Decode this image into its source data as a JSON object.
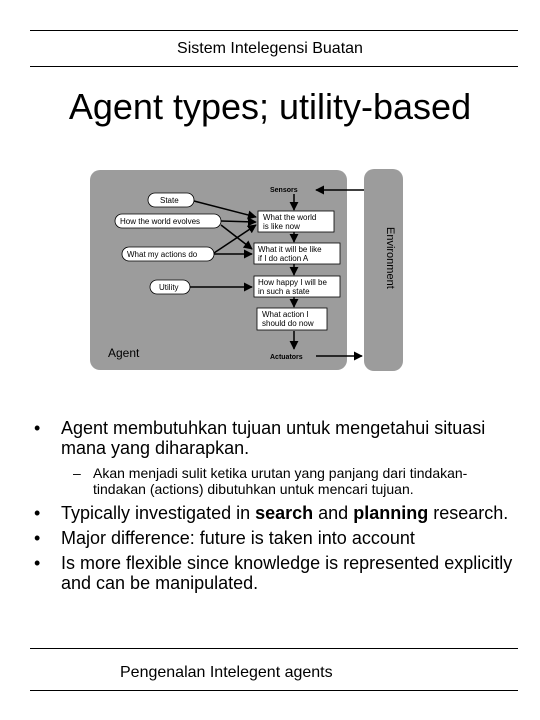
{
  "header": {
    "title": "Sistem Intelegensi Buatan"
  },
  "slide": {
    "title": "Agent types; utility-based"
  },
  "diagram": {
    "agent_label": "Agent",
    "environment_label": "Environment",
    "sensors_label": "Sensors",
    "actuators_label": "Actuators",
    "state_label": "State",
    "world_evolves_label": "How the world evolves",
    "my_actions_label": "What my actions do",
    "utility_label": "Utility",
    "world_like_now": [
      "What the world",
      "is like now"
    ],
    "world_if_action": [
      "What it will be like",
      "if I do action A"
    ],
    "how_happy": [
      "How happy I will be",
      "in such a state"
    ],
    "what_action": [
      "What action I",
      "should do now"
    ],
    "colors": {
      "agent_bg": "#9c9c9c",
      "box_fill": "#ffffff",
      "arrow": "#000000"
    }
  },
  "bullets": {
    "b1": "Agent membutuhkan tujuan untuk mengetahui situasi mana yang diharapkan.",
    "sub1": "Akan menjadi sulit ketika urutan yang panjang dari tindakan-tindakan (actions) dibutuhkan untuk mencari tujuan.",
    "b2_pre": "Typically investigated in ",
    "b2_search": "search",
    "b2_and": " and ",
    "b2_planning": "planning",
    "b2_post": " research.",
    "b3": "Major difference: future is taken into account",
    "b4": "Is more flexible since knowledge is represented explicitly and can be manipulated."
  },
  "footer": {
    "title": "Pengenalan Intelegent agents"
  }
}
